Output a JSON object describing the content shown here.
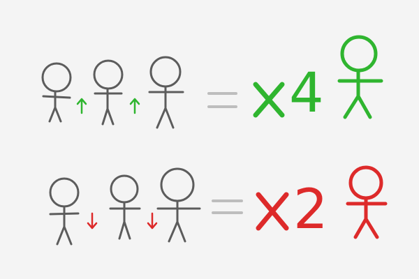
{
  "colors": {
    "background": "#f4f4f4",
    "figure": "#5c5c5c",
    "equals": "#bdbdbd",
    "increase": "#2fb52f",
    "decrease": "#dd2a2a"
  },
  "rows": [
    {
      "name": "increase-row",
      "arrow_direction": "up",
      "arrow_icon": "arrow-up-icon",
      "figure_count": 3,
      "multiplier_sign": "x",
      "multiplier_value": "4"
    },
    {
      "name": "decrease-row",
      "arrow_direction": "down",
      "arrow_icon": "arrow-down-icon",
      "figure_count": 3,
      "multiplier_sign": "x",
      "multiplier_value": "2"
    }
  ]
}
